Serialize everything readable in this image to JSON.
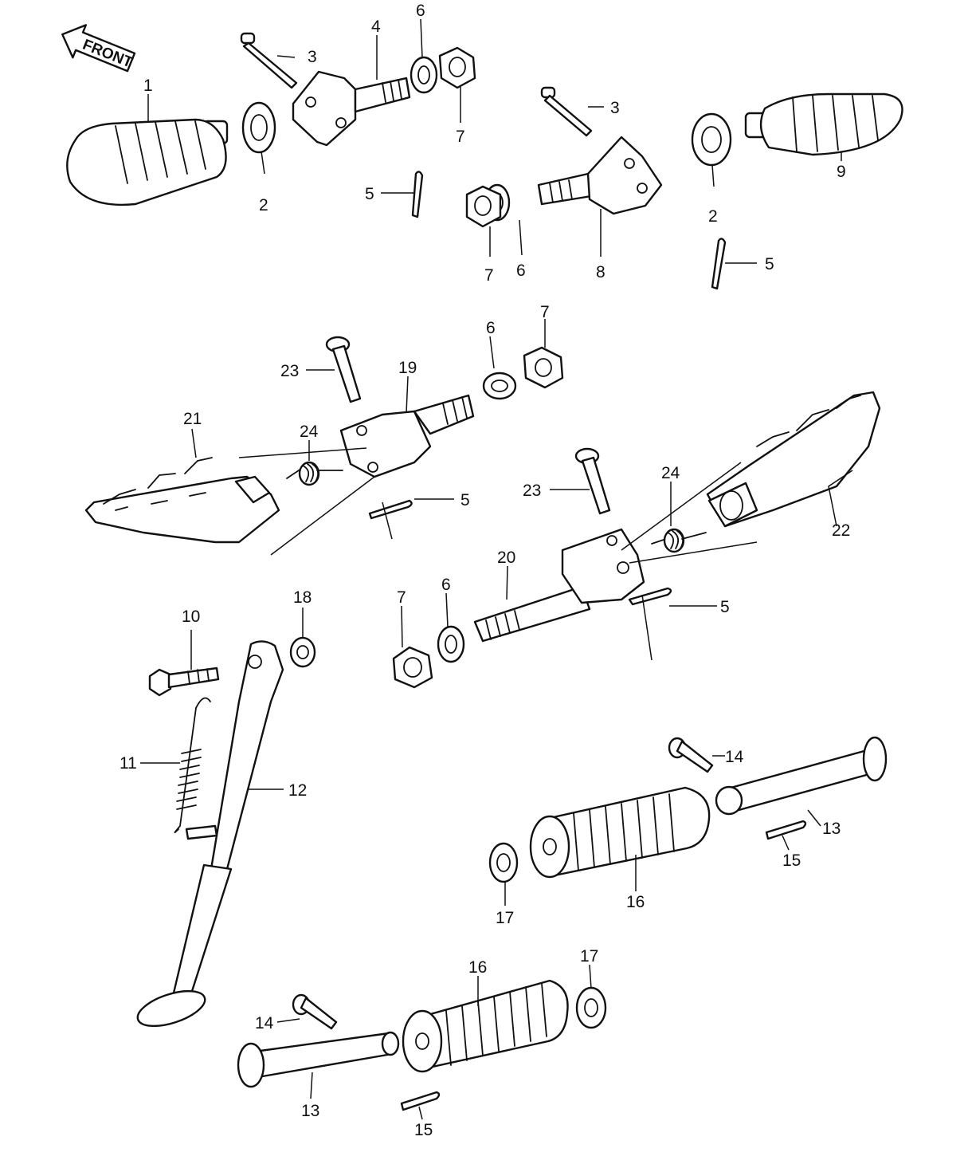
{
  "front_arrow": {
    "label": "FRONT"
  },
  "callouts": [
    {
      "id": "c1",
      "text": "1"
    },
    {
      "id": "c2a",
      "text": "2"
    },
    {
      "id": "c2b",
      "text": "2"
    },
    {
      "id": "c3a",
      "text": "3"
    },
    {
      "id": "c3b",
      "text": "3"
    },
    {
      "id": "c4",
      "text": "4"
    },
    {
      "id": "c5a",
      "text": "5"
    },
    {
      "id": "c5b",
      "text": "5"
    },
    {
      "id": "c5c",
      "text": "5"
    },
    {
      "id": "c5d",
      "text": "5"
    },
    {
      "id": "c6a",
      "text": "6"
    },
    {
      "id": "c6b",
      "text": "6"
    },
    {
      "id": "c6c",
      "text": "6"
    },
    {
      "id": "c6d",
      "text": "6"
    },
    {
      "id": "c7a",
      "text": "7"
    },
    {
      "id": "c7b",
      "text": "7"
    },
    {
      "id": "c7c",
      "text": "7"
    },
    {
      "id": "c7d",
      "text": "7"
    },
    {
      "id": "c8",
      "text": "8"
    },
    {
      "id": "c9",
      "text": "9"
    },
    {
      "id": "c10",
      "text": "10"
    },
    {
      "id": "c11",
      "text": "11"
    },
    {
      "id": "c12",
      "text": "12"
    },
    {
      "id": "c13a",
      "text": "13"
    },
    {
      "id": "c13b",
      "text": "13"
    },
    {
      "id": "c14a",
      "text": "14"
    },
    {
      "id": "c14b",
      "text": "14"
    },
    {
      "id": "c15a",
      "text": "15"
    },
    {
      "id": "c15b",
      "text": "15"
    },
    {
      "id": "c16a",
      "text": "16"
    },
    {
      "id": "c16b",
      "text": "16"
    },
    {
      "id": "c17a",
      "text": "17"
    },
    {
      "id": "c17b",
      "text": "17"
    },
    {
      "id": "c18",
      "text": "18"
    },
    {
      "id": "c19",
      "text": "19"
    },
    {
      "id": "c20",
      "text": "20"
    },
    {
      "id": "c21",
      "text": "21"
    },
    {
      "id": "c22",
      "text": "22"
    },
    {
      "id": "c23a",
      "text": "23"
    },
    {
      "id": "c23b",
      "text": "23"
    },
    {
      "id": "c24a",
      "text": "24"
    },
    {
      "id": "c24b",
      "text": "24"
    }
  ]
}
